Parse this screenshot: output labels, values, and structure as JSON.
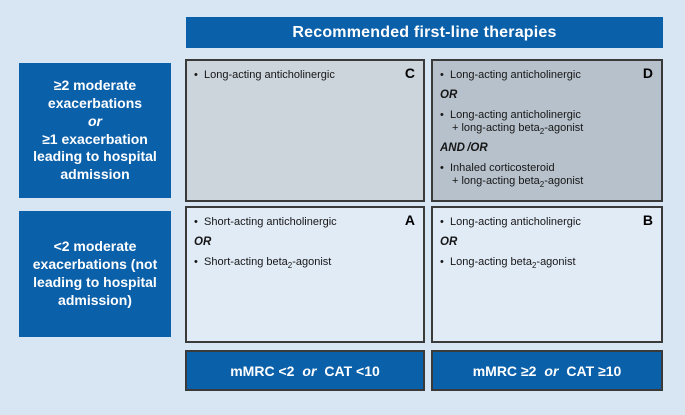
{
  "header": {
    "title": "Recommended first-line therapies"
  },
  "colors": {
    "accent_blue": "#0b60aa",
    "panel_background": "#d8e5f2",
    "quadrant_top_left_bg": "#ccd4dc",
    "quadrant_top_right_bg": "#b7c1cb",
    "quadrant_bottom_bg": "#e1ebf6",
    "border_dark": "#3a3a3a",
    "text_light": "#ffffff",
    "text_dark": "#161616"
  },
  "row_labels": [
    {
      "lines": [
        {
          "text": "≥2 moderate exacerbations"
        },
        {
          "text": "or",
          "italic": true
        },
        {
          "text": "≥1 exacerbation leading to hospital admission"
        }
      ]
    },
    {
      "lines": [
        {
          "text": "<2 moderate exacerbations (not leading to hospital admission)"
        }
      ]
    }
  ],
  "quadrants": [
    {
      "letter": "C",
      "position": "top-left",
      "entries": [
        {
          "type": "bullet",
          "lines": [
            "Long-acting anticholinergic"
          ]
        }
      ]
    },
    {
      "letter": "D",
      "position": "top-right",
      "entries": [
        {
          "type": "bullet",
          "lines": [
            "Long-acting anticholinergic"
          ]
        },
        {
          "type": "connector",
          "text": "OR"
        },
        {
          "type": "bullet",
          "lines": [
            "Long-acting anticholinergic",
            "+ long-acting beta~2~-agonist"
          ]
        },
        {
          "type": "connector",
          "text": "AND /OR"
        },
        {
          "type": "bullet",
          "lines": [
            "Inhaled corticosteroid",
            "+ long-acting beta~2~-agonist"
          ]
        }
      ]
    },
    {
      "letter": "A",
      "position": "bottom-left",
      "entries": [
        {
          "type": "bullet",
          "lines": [
            "Short-acting anticholinergic"
          ]
        },
        {
          "type": "connector",
          "text": "OR"
        },
        {
          "type": "bullet",
          "lines": [
            "Short-acting beta~2~-agonist"
          ]
        }
      ]
    },
    {
      "letter": "B",
      "position": "bottom-right",
      "entries": [
        {
          "type": "bullet",
          "lines": [
            "Long-acting anticholinergic"
          ]
        },
        {
          "type": "connector",
          "text": "OR"
        },
        {
          "type": "bullet",
          "lines": [
            "Long-acting beta~2~-agonist"
          ]
        }
      ]
    }
  ],
  "bottom_bars": [
    {
      "segments": [
        {
          "text": "mMRC <2"
        },
        {
          "text": "or",
          "italic": true
        },
        {
          "text": "CAT <10"
        }
      ]
    },
    {
      "segments": [
        {
          "text": "mMRC ≥2"
        },
        {
          "text": "or",
          "italic": true
        },
        {
          "text": "CAT ≥10"
        }
      ]
    }
  ]
}
